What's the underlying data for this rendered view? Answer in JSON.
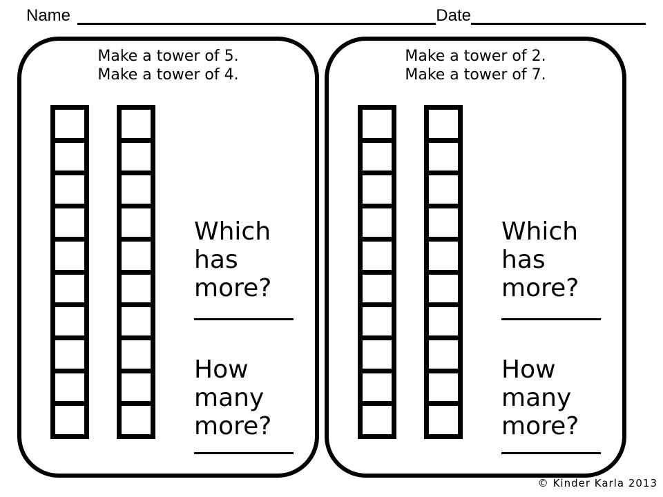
{
  "colors": {
    "ink": "#000000",
    "paper": "#ffffff"
  },
  "header": {
    "name_label": "Name",
    "date_label": "Date"
  },
  "panels": [
    {
      "instructions": [
        "Make a tower of 5.",
        "Make a tower of 4."
      ],
      "tower_count": 2,
      "cells_per_tower": 10,
      "which_question_lines": [
        "Which",
        "has",
        "more?"
      ],
      "how_many_question_lines": [
        "How",
        "many",
        "more?"
      ]
    },
    {
      "instructions": [
        "Make a tower of 2.",
        "Make a tower of 7."
      ],
      "tower_count": 2,
      "cells_per_tower": 10,
      "which_question_lines": [
        "Which",
        "has",
        "more?"
      ],
      "how_many_question_lines": [
        "How",
        "many",
        "more?"
      ]
    }
  ],
  "footer": {
    "copyright": "© Kinder Karla 2013"
  }
}
